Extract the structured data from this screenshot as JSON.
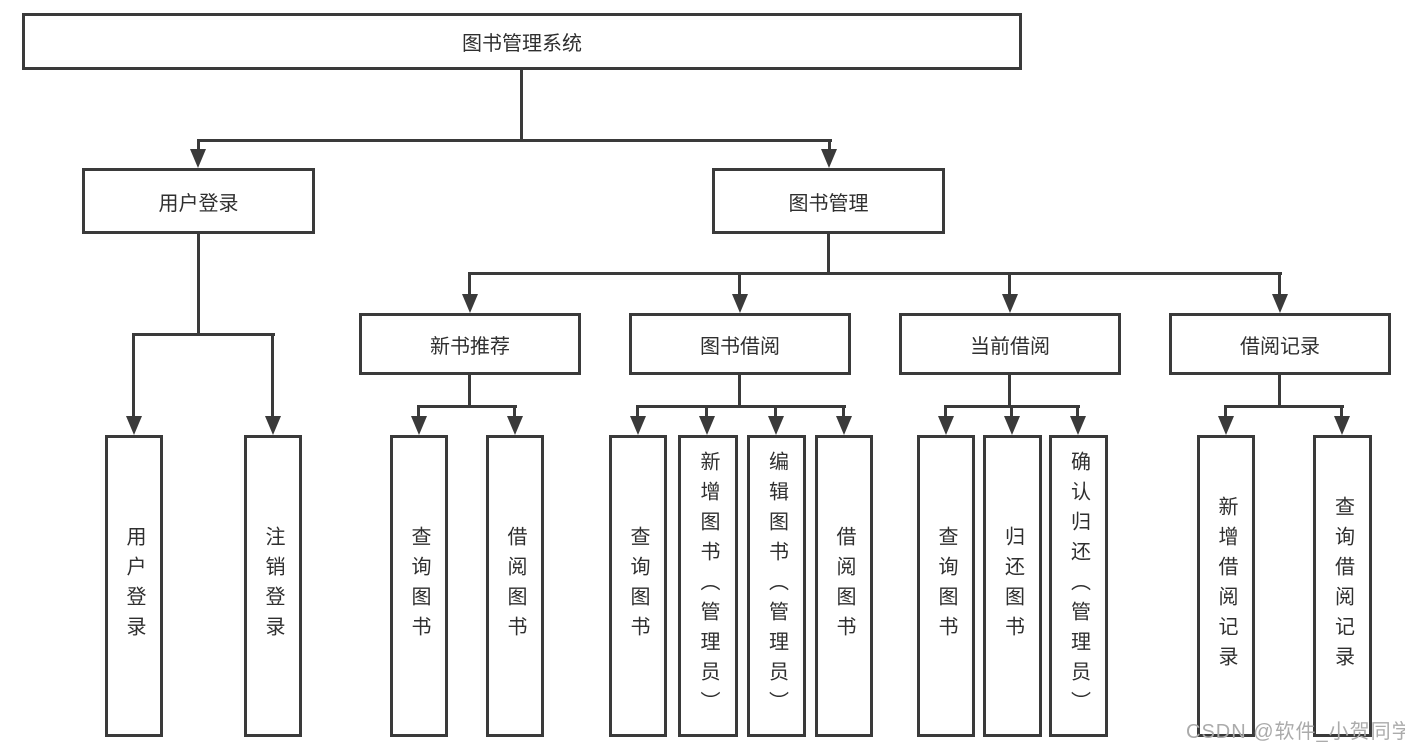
{
  "diagram": {
    "title": "图书管理系统",
    "type_hint": "functional-structure-tree",
    "colors": {
      "line": "#3a3a3a",
      "box_border": "#3a3a3a",
      "text": "#2f2f2f",
      "watermark": "#ababab",
      "background": "#ffffff"
    },
    "nodes": {
      "root": "图书管理系统",
      "level2": [
        "用户登录",
        "图书管理"
      ],
      "level3": [
        "新书推荐",
        "图书借阅",
        "当前借阅",
        "借阅记录"
      ],
      "leaves_user_login": [
        "用户登录",
        "注销登录"
      ],
      "leaves_new_book": [
        "查询图书",
        "借阅图书"
      ],
      "leaves_book_borrow": [
        "查询图书",
        "新增图书（管理员）",
        "编辑图书（管理员）",
        "借阅图书"
      ],
      "leaves_current_borrow": [
        "查询图书",
        "归还图书",
        "确认归还（管理员）"
      ],
      "leaves_borrow_records": [
        "新增借阅记录",
        "查询借阅记录"
      ]
    },
    "watermark": "CSDN @软件_小贺同学"
  }
}
